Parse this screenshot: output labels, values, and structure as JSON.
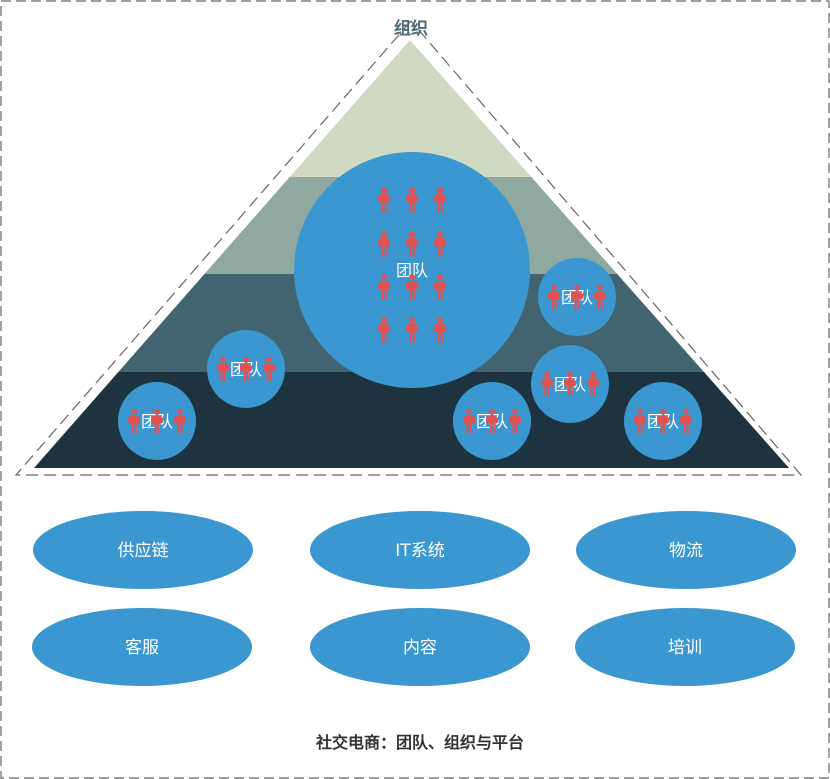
{
  "title": "组织",
  "team_label": "团队",
  "platforms": [
    "供应链",
    "IT系统",
    "物流",
    "客服",
    "内容",
    "培训"
  ],
  "caption": "社交电商：团队、组织与平台",
  "colors": {
    "frame": "#666666",
    "band_top": "#d0dac3",
    "band_2": "#8fa8a0",
    "band_3": "#416470",
    "band_bottom": "#1d3440",
    "circle": "#3a97cf",
    "person": "#e05252",
    "title_text": "#4e6c78",
    "caption_text": "#333333",
    "white_text": "#ffffff"
  }
}
